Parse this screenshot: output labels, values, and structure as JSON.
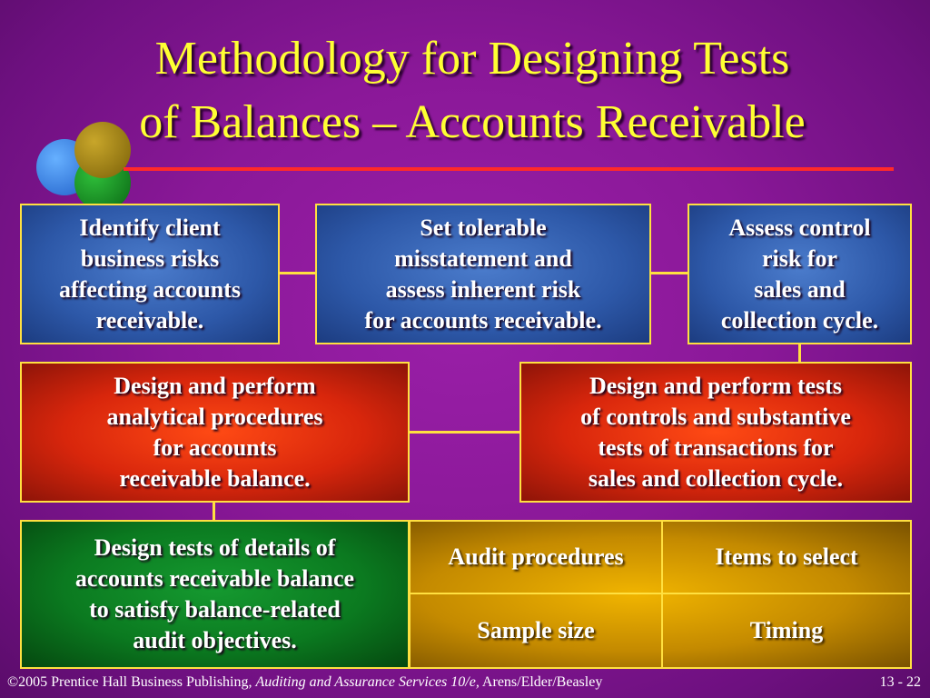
{
  "slide": {
    "title_line1": "Methodology for Designing Tests",
    "title_line2": "of Balances – Accounts Receivable"
  },
  "colors": {
    "title": "#ffff33",
    "rule": "#ff2a2a",
    "box_border": "#ffe040",
    "blue_box": "#2d58a8",
    "red_box": "#d8260c",
    "green_box": "#0b7a20",
    "gold_table": "#c48a00"
  },
  "boxes": {
    "identify_risks": "Identify client\nbusiness risks\naffecting accounts\nreceivable.",
    "set_tolerable": "Set tolerable\nmisstatement and\nassess inherent risk\nfor accounts receivable.",
    "assess_control": "Assess control\nrisk for\nsales and\ncollection cycle.",
    "analytical": "Design and perform\nanalytical procedures\nfor accounts\nreceivable balance.",
    "tests_controls": "Design and perform tests\nof controls and substantive\ntests of transactions for\nsales and collection cycle.",
    "tests_details": "Design tests of details of\naccounts receivable balance\nto satisfy balance-related\naudit objectives."
  },
  "table": {
    "audit_procedures": "Audit procedures",
    "items_to_select": "Items to select",
    "sample_size": "Sample size",
    "timing": "Timing"
  },
  "footer": {
    "copyright": "©2005 Prentice Hall Business Publishing, ",
    "book": "Auditing and Assurance Services 10/e,",
    "authors": " Arens/Elder/Beasley",
    "page": "13 - 22"
  }
}
